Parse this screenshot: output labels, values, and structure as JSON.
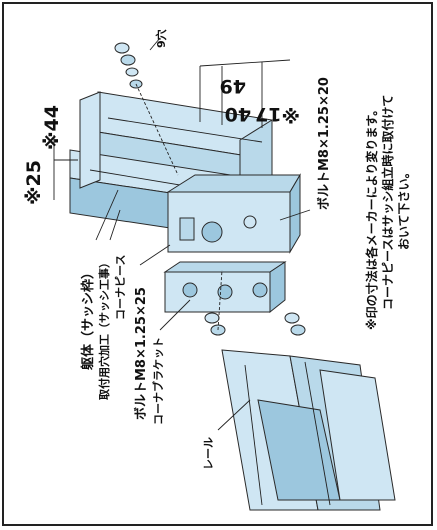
{
  "labels": {
    "frame_title": "躯体（サッシ枠）",
    "hole_process": "取付用穴加工（サッシ工事）",
    "corner_piece": "コーナピース",
    "bolt_left": "ボルトM8×1.25×25",
    "corner_bracket": "コーナブラケット",
    "rail": "レール",
    "bolt_right": "ボルトM8×1.25×20",
    "hole": "9穴"
  },
  "dimensions": {
    "d25": "※25",
    "d44": "※44",
    "d17": "※17",
    "d40": "40",
    "d49": "49"
  },
  "notes": {
    "line1": "※印の寸法は各メーカーにより変ります。",
    "line2": "コーナピースはサッシ組立時に取付けて",
    "line3": "おいて下さい。"
  },
  "colors": {
    "part_fill": "#cfe6f3",
    "part_dark": "#9cc7de",
    "outline": "#2a2a2a"
  }
}
